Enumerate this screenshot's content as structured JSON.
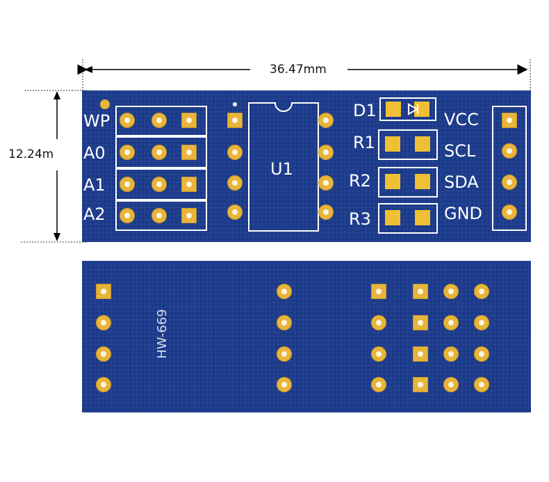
{
  "dimensions": {
    "width_label": "36.47mm",
    "height_label": "12.24m"
  },
  "top_board": {
    "address_labels": [
      "WP",
      "A0",
      "A1",
      "A2"
    ],
    "chip_label": "U1",
    "component_labels": [
      "D1",
      "R1",
      "R2",
      "R3"
    ],
    "pin_labels": [
      "VCC",
      "SCL",
      "SDA",
      "GND"
    ]
  },
  "bottom_board": {
    "marking": "HW-669"
  },
  "colors": {
    "pcb": "#1b3a8a",
    "pad": "#e6b53a",
    "silkscreen": "#ffffff"
  }
}
